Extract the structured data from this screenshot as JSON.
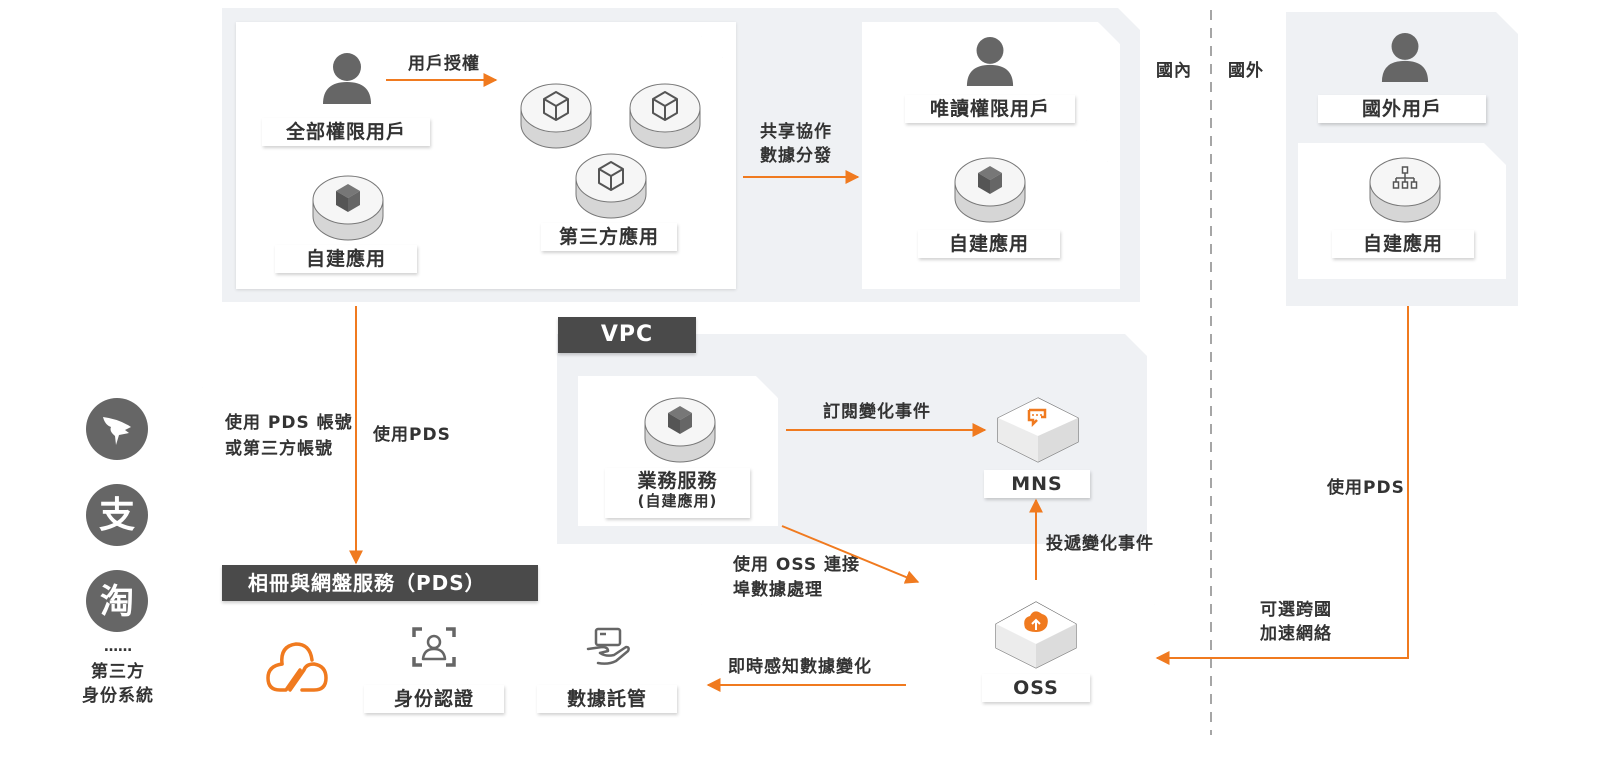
{
  "colors": {
    "accent": "#f07a1f",
    "icon_gray": "#666666",
    "panel_bg": "#eff1f4",
    "header_bg": "#4a4a4a",
    "text": "#333333"
  },
  "region_labels": {
    "domestic": "國內",
    "overseas": "國外"
  },
  "top_domestic": {
    "full_user": {
      "icon": "user-icon",
      "label": "全部權限用戶"
    },
    "self_app": {
      "icon": "cube-node-icon",
      "label": "自建應用"
    },
    "third_party": {
      "icon": "cube-outline-node-icon",
      "label": "第三方應用"
    },
    "readonly_user": {
      "icon": "user-icon",
      "label": "唯讀權限用戶"
    },
    "readonly_app": {
      "icon": "cube-node-icon",
      "label": "自建應用"
    }
  },
  "top_overseas": {
    "user": {
      "icon": "user-icon",
      "label": "國外用戶"
    },
    "app": {
      "icon": "network-node-icon",
      "label": "自建應用"
    }
  },
  "identity_systems": {
    "icons": [
      "dingtalk-icon",
      "alipay-icon",
      "taobao-icon"
    ],
    "alipay_glyph": "支",
    "taobao_glyph": "淘",
    "ellipsis": "……",
    "label_line1": "第三方",
    "label_line2": "身份系統"
  },
  "vpc": {
    "title": "VPC",
    "business_service": {
      "label_line1": "業務服務",
      "label_line2": "(自建應用)"
    },
    "mns": {
      "icon": "mns-icon",
      "label": "MNS"
    }
  },
  "oss": {
    "icon": "oss-icon",
    "label": "OSS"
  },
  "pds": {
    "title": "相冊與網盤服務（PDS）",
    "logo": "pds-cloud-logo",
    "identity_auth": {
      "icon": "face-scan-icon",
      "label": "身份認證"
    },
    "data_hosting": {
      "icon": "hand-card-icon",
      "label": "數據託管"
    }
  },
  "edges": {
    "user_authorize": "用戶授權",
    "share_line1": "共享協作",
    "share_line2": "數據分發",
    "pds_account_line1": "使用 PDS 帳號",
    "pds_account_line2": "或第三方帳號",
    "use_pds_left": "使用PDS",
    "use_pds_right": "使用PDS",
    "subscribe_events": "訂閱變化事件",
    "deliver_events": "投遞變化事件",
    "oss_connect_line1": "使用 OSS 連接",
    "oss_connect_line2": "埠數據處理",
    "realtime_perceive": "即時感知數據變化",
    "cross_border_line1": "可選跨國",
    "cross_border_line2": "加速網絡"
  }
}
